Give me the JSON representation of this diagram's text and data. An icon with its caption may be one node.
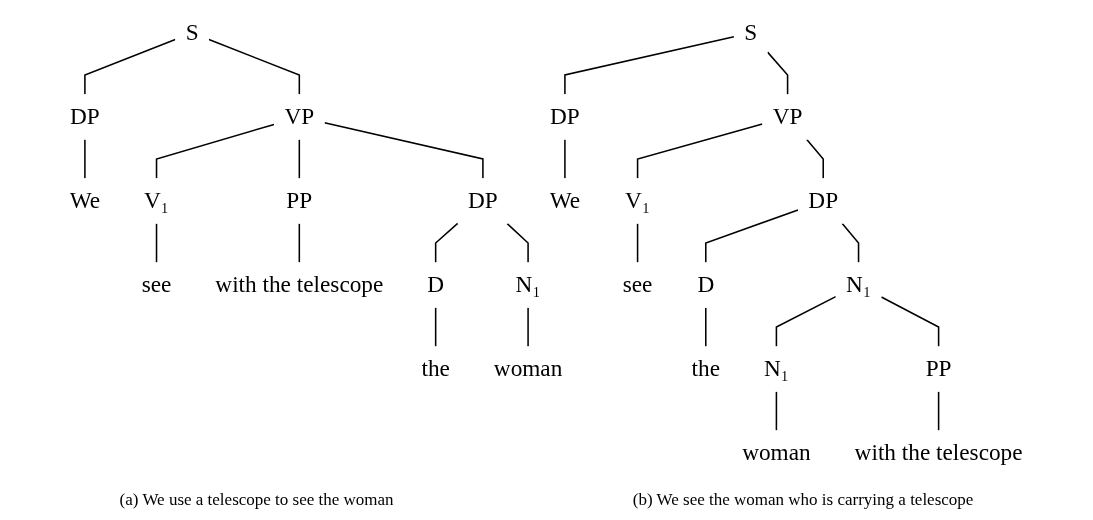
{
  "diagram": {
    "nodes": [
      {
        "text": [
          "S"
        ]
      },
      {
        "text": [
          "DP"
        ]
      },
      {
        "text": [
          "VP"
        ]
      },
      {
        "text": [
          "We"
        ]
      },
      {
        "text": [
          "V₁"
        ]
      },
      {
        "text": [
          "DP"
        ]
      },
      {
        "text": [
          "PP"
        ]
      },
      {
        "text": [
          "see"
        ]
      },
      {
        "text": [
          "with the telescope"
        ]
      },
      {
        "text": [
          "D"
        ]
      },
      {
        "text": [
          "N₁"
        ]
      },
      {
        "text": [
          "the"
        ]
      },
      {
        "text": [
          "woman"
        ]
      },
      {
        "text": [
          "S"
        ]
      },
      {
        "text": [
          "DP"
        ]
      },
      {
        "text": [
          "VP"
        ]
      },
      {
        "text": [
          "We"
        ]
      },
      {
        "text": [
          "V₁"
        ]
      },
      {
        "text": [
          "DP"
        ]
      },
      {
        "text": [
          "see"
        ]
      },
      {
        "text": [
          "D"
        ]
      },
      {
        "text": [
          "N₁"
        ]
      },
      {
        "text": [
          "the"
        ]
      },
      {
        "text": [
          "N₁"
        ]
      },
      {
        "text": [
          "PP"
        ]
      },
      {
        "text": [
          "woman"
        ]
      },
      {
        "text": [
          "with the telescope"
        ]
      }
    ],
    "edges": [
      {
        "from": 0,
        "to": 1,
        "arrow": "none"
      },
      {
        "from": 0,
        "to": 2,
        "arrow": "none"
      },
      {
        "from": 1,
        "to": 3,
        "arrow": "none"
      },
      {
        "from": 2,
        "to": 4,
        "arrow": "none"
      },
      {
        "from": 2,
        "to": 5,
        "arrow": "none"
      },
      {
        "from": 2,
        "to": 6,
        "arrow": "none"
      },
      {
        "from": 4,
        "to": 7,
        "arrow": "none"
      },
      {
        "from": 6,
        "to": 8,
        "arrow": "none"
      },
      {
        "from": 5,
        "to": 9,
        "arrow": "none"
      },
      {
        "from": 5,
        "to": 10,
        "arrow": "none"
      },
      {
        "from": 9,
        "to": 11,
        "arrow": "none"
      },
      {
        "from": 10,
        "to": 12,
        "arrow": "none"
      },
      {
        "from": 13,
        "to": 14,
        "arrow": "none"
      },
      {
        "from": 13,
        "to": 15,
        "arrow": "none"
      },
      {
        "from": 14,
        "to": 16,
        "arrow": "none"
      },
      {
        "from": 15,
        "to": 17,
        "arrow": "none"
      },
      {
        "from": 15,
        "to": 18,
        "arrow": "none"
      },
      {
        "from": 17,
        "to": 19,
        "arrow": "none"
      },
      {
        "from": 18,
        "to": 20,
        "arrow": "none"
      },
      {
        "from": 18,
        "to": 21,
        "arrow": "none"
      },
      {
        "from": 20,
        "to": 22,
        "arrow": "none"
      },
      {
        "from": 21,
        "to": 23,
        "arrow": "none"
      },
      {
        "from": 21,
        "to": 24,
        "arrow": "none"
      },
      {
        "from": 23,
        "to": 25,
        "arrow": "none"
      },
      {
        "from": 24,
        "to": 26,
        "arrow": "none"
      }
    ],
    "labels": [
      "(a) We use a telescope to see the woman",
      "(b) We see the woman who is carrying a telescope"
    ]
  }
}
